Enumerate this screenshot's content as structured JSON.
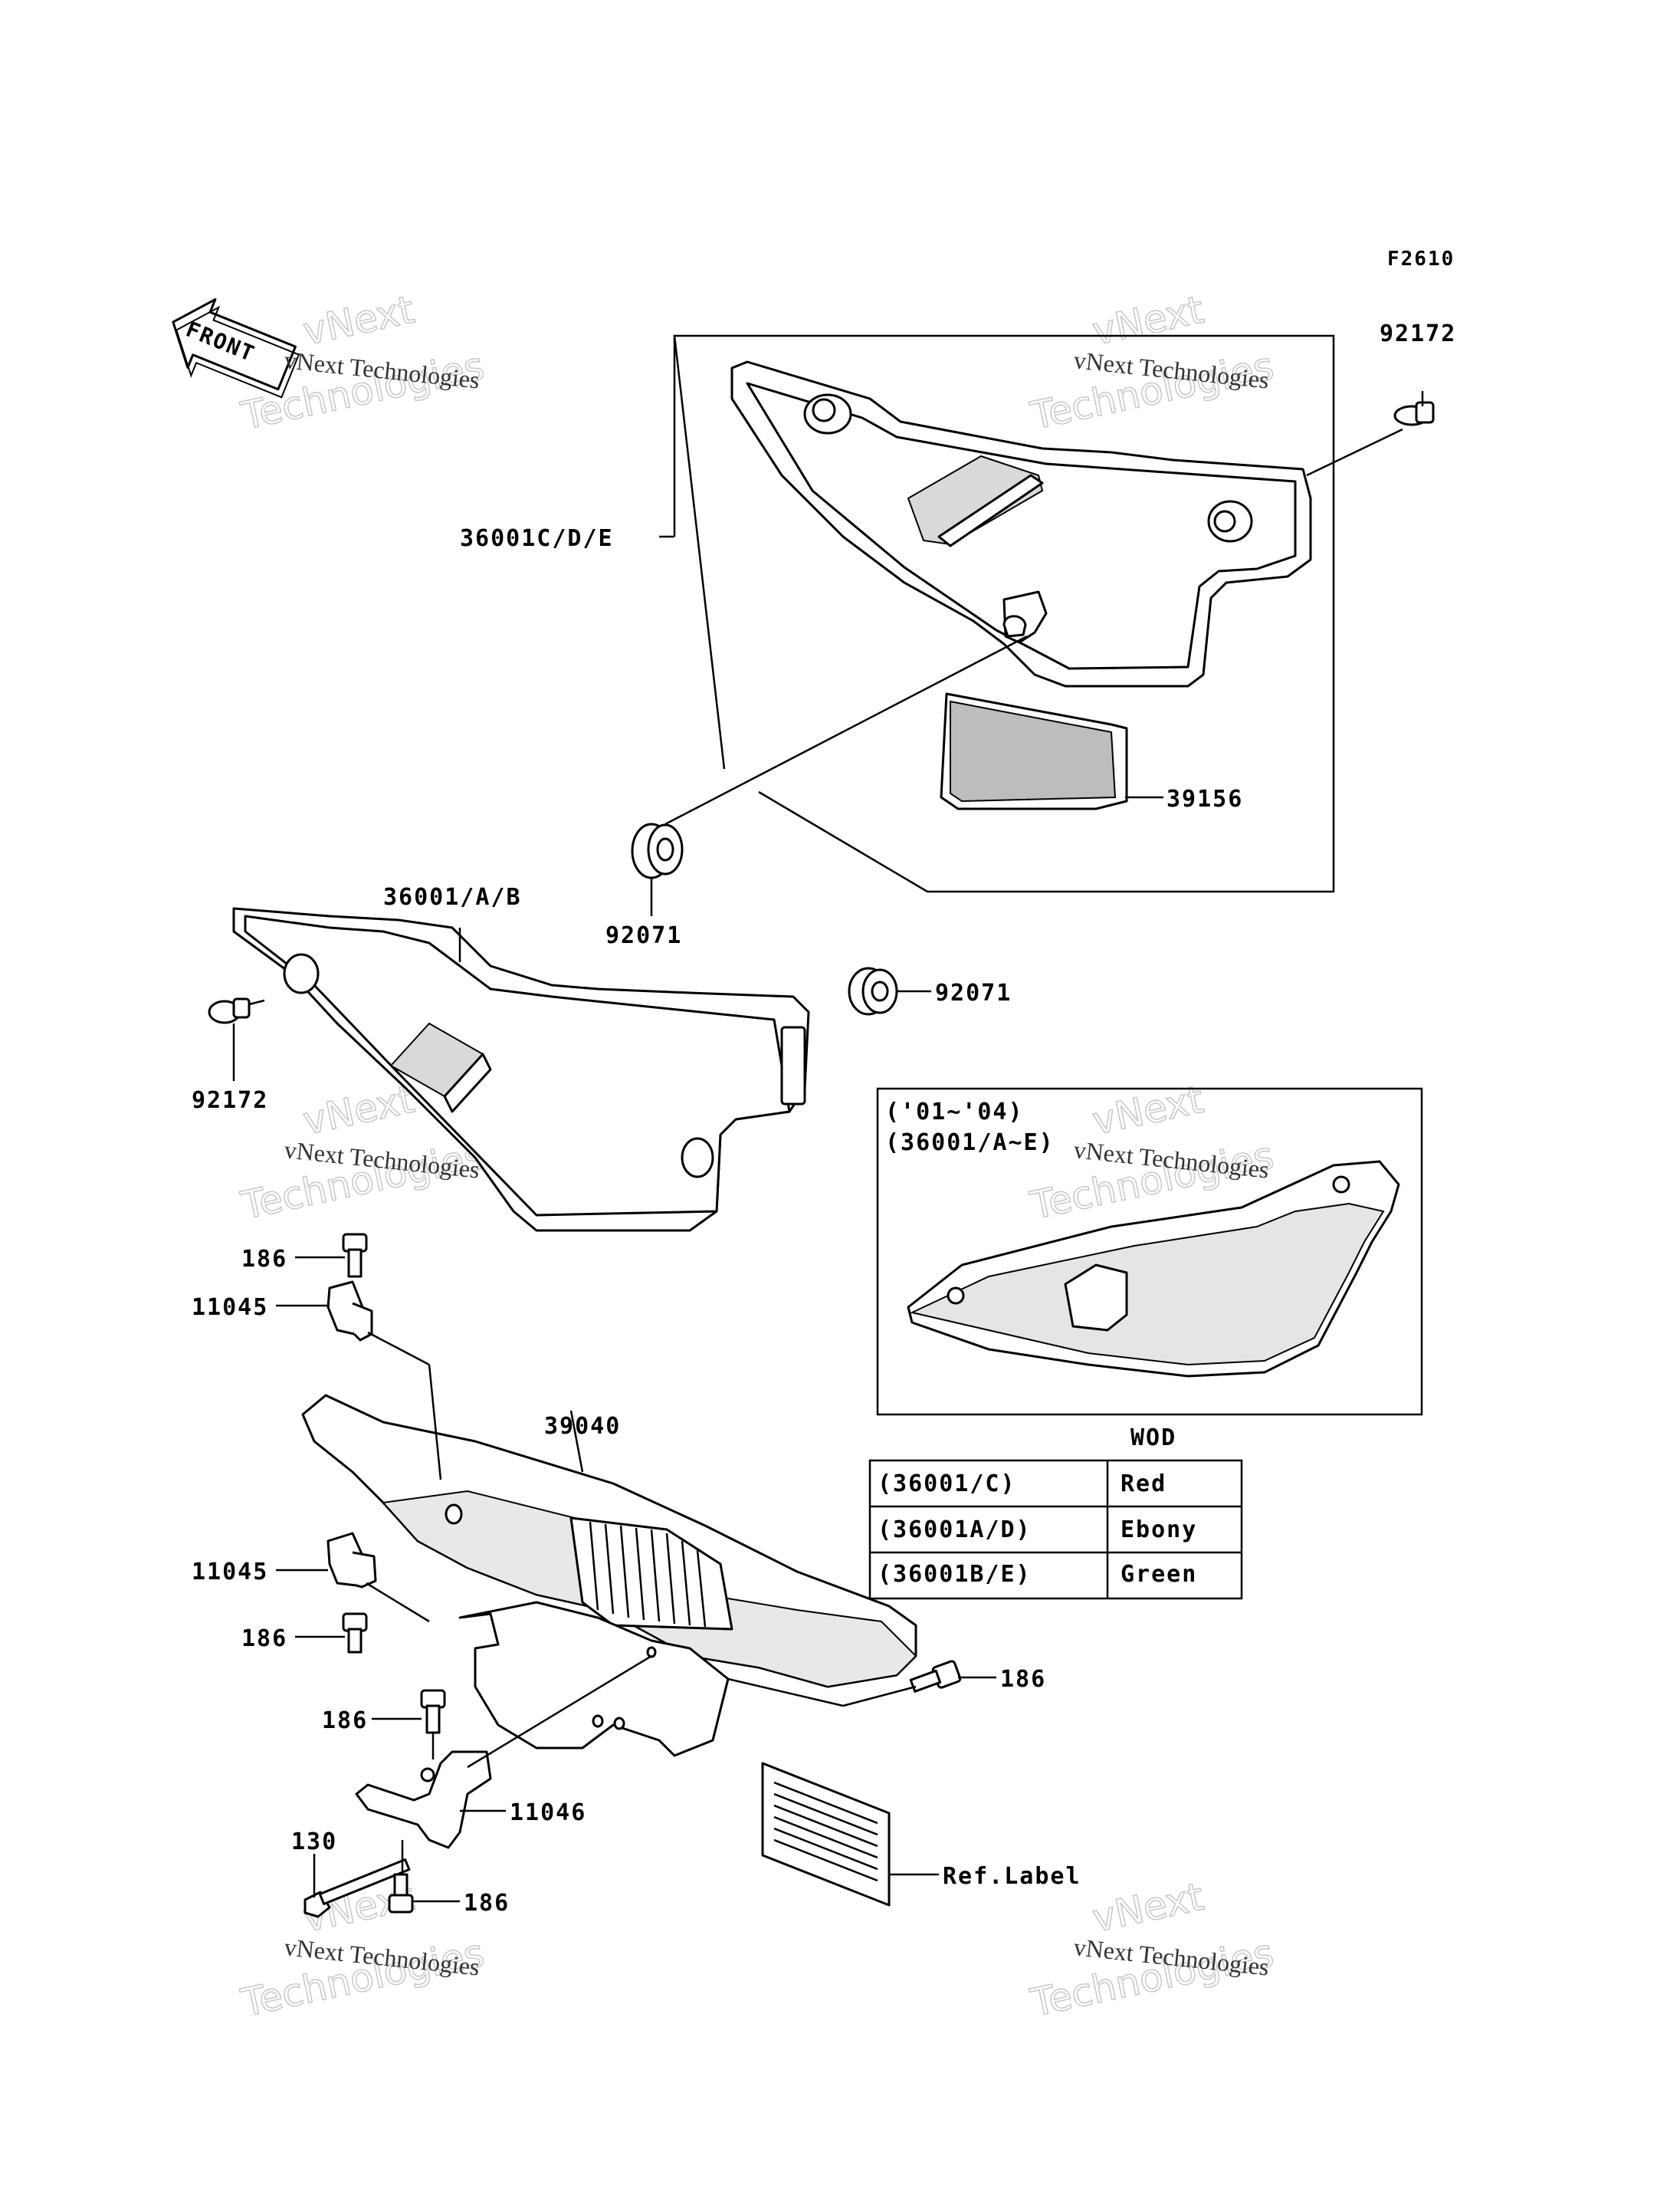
{
  "figure_code": "F2610",
  "front_label": "FRONT",
  "watermark": {
    "line1": "vNext Technologies",
    "line2": "vNext",
    "line3": "Technologies"
  },
  "callouts": {
    "p92172_top": "92172",
    "p36001CDE": "36001C/D/E",
    "p39156": "39156",
    "p92071_a": "92071",
    "p36001AB": "36001/A/B",
    "p92071_b": "92071",
    "p92172_left": "92172",
    "p186_a": "186",
    "p11045_a": "11045",
    "p39040": "39040",
    "p11045_b": "11045",
    "p186_b": "186",
    "p186_c": "186",
    "p186_d": "186",
    "p11046": "11046",
    "p130": "130",
    "p186_e": "186",
    "ref_label": "Ref.Label"
  },
  "inset": {
    "line1": "('01~'04)",
    "line2": "(36001/A~E)"
  },
  "color_table": {
    "title": "WOD",
    "rows": [
      {
        "code": "(36001/C)",
        "color": "Red"
      },
      {
        "code": "(36001A/D)",
        "color": "Ebony"
      },
      {
        "code": "(36001B/E)",
        "color": "Green"
      }
    ]
  }
}
